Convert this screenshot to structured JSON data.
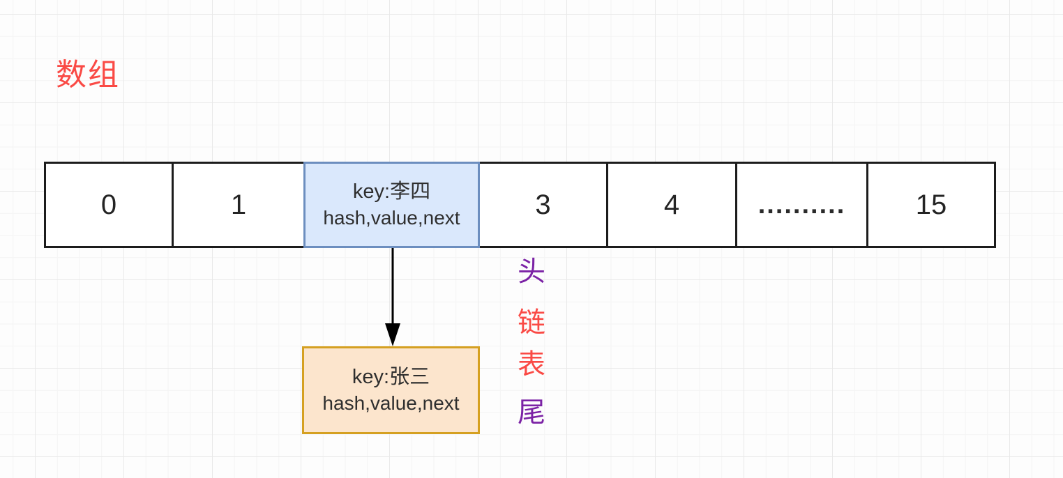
{
  "diagram": {
    "title": {
      "text": "数组",
      "color": "#fa4a45"
    },
    "array": {
      "cells": [
        {
          "type": "index",
          "label": "0"
        },
        {
          "type": "index",
          "label": "1"
        },
        {
          "type": "entry",
          "line1": "key:李四",
          "line2": "hash,value,next",
          "fill": "#dae8fc",
          "stroke": "#6c8ebf"
        },
        {
          "type": "index",
          "label": "3"
        },
        {
          "type": "index",
          "label": "4"
        },
        {
          "type": "index",
          "label": ".........."
        },
        {
          "type": "index",
          "label": "15"
        }
      ],
      "border_color": "#1c1c1c"
    },
    "arrow": {
      "direction": "down",
      "color": "#000000",
      "from": "array entry cell key:李四",
      "to": "chain node key:张三"
    },
    "chain_node": {
      "line1": "key:张三",
      "line2": "hash,value,next",
      "fill": "#fce5cd",
      "stroke": "#d5a021"
    },
    "side_labels": [
      {
        "char": "头",
        "color": "#7b22a5"
      },
      {
        "char": "链",
        "color": "#fa4a45"
      },
      {
        "char": "表",
        "color": "#fa4a45"
      },
      {
        "char": "尾",
        "color": "#7b22a5"
      }
    ]
  }
}
